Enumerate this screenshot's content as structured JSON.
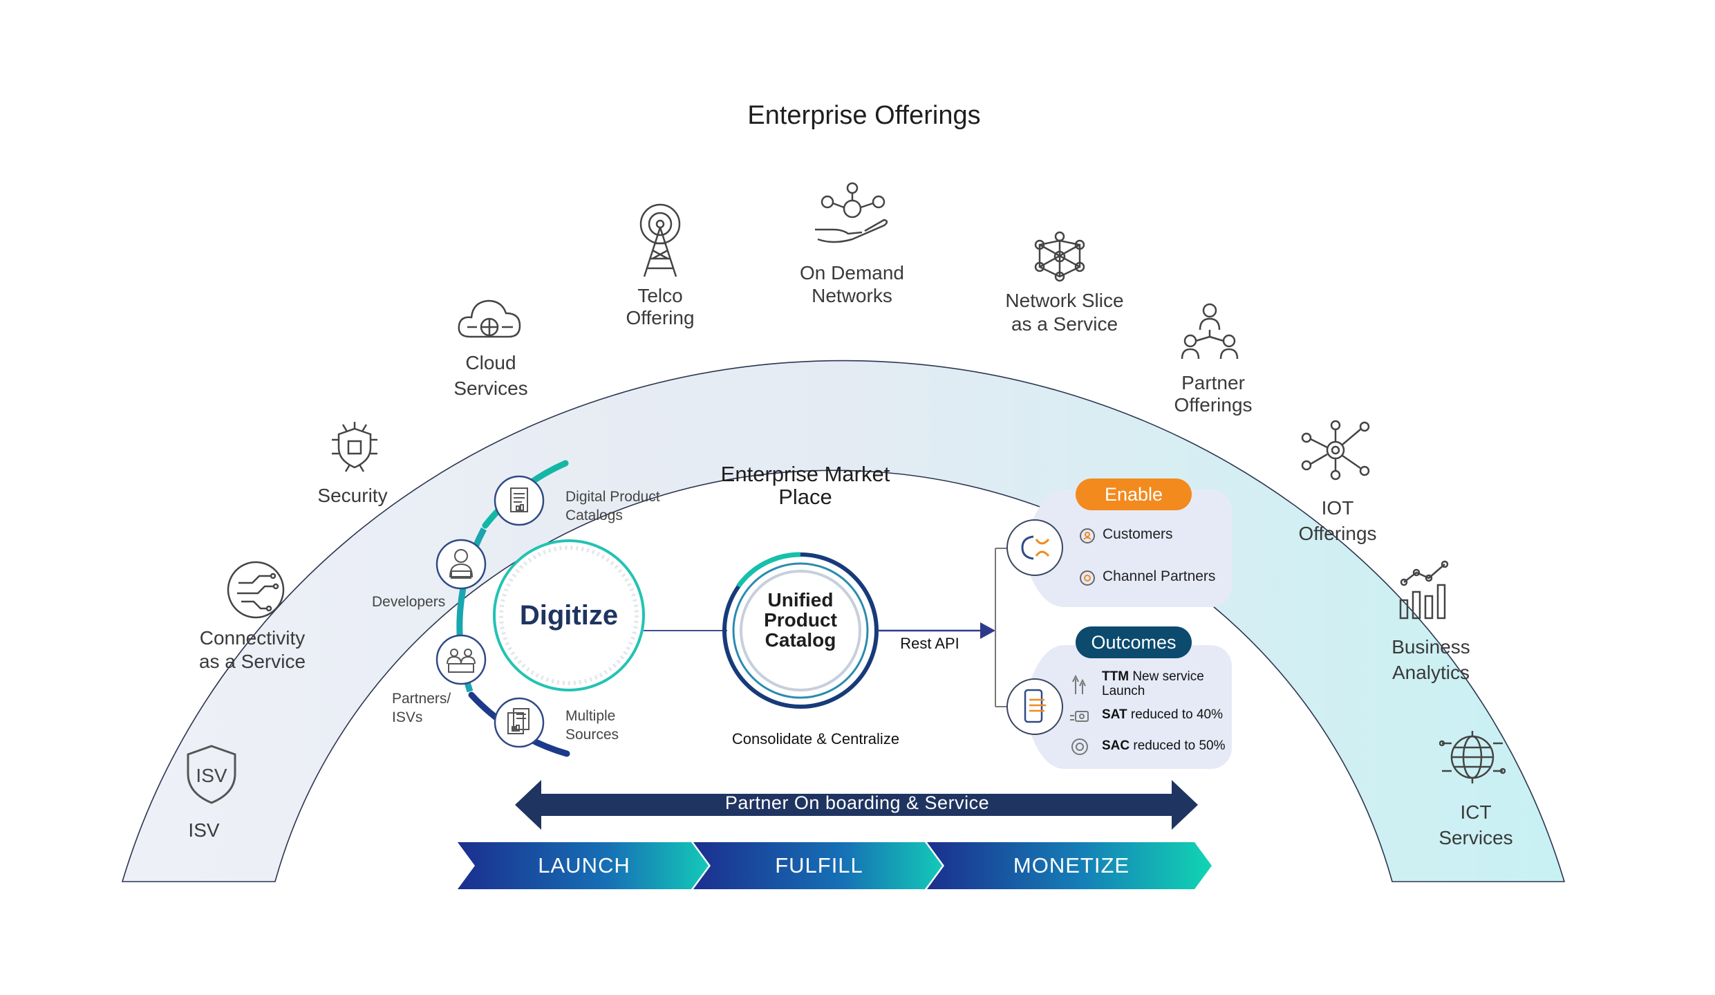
{
  "title": "Enterprise Offerings",
  "offerings": {
    "isv": "ISV",
    "isv_badge": "ISV",
    "connectivity": [
      "Connectivity",
      "as a Service"
    ],
    "security": "Security",
    "cloud": [
      "Cloud",
      "Services"
    ],
    "telco": [
      "Telco",
      "Offering"
    ],
    "on_demand": [
      "On Demand",
      "Networks"
    ],
    "network_slice": [
      "Network Slice",
      "as a Service"
    ],
    "partner": [
      "Partner",
      "Offerings"
    ],
    "iot": [
      "IOT",
      "Offerings"
    ],
    "business": [
      "Business",
      "Analytics"
    ],
    "ict": [
      "ICT",
      "Services"
    ]
  },
  "marketplace": {
    "title": [
      "Enterprise Market",
      "Place"
    ],
    "digitize": "Digitize",
    "upc": [
      "Unified",
      "Product",
      "Catalog"
    ],
    "rest_api": "Rest API",
    "consolidate": "Consolidate & Centralize",
    "sources": {
      "dpc": [
        "Digital Product",
        "Catalogs"
      ],
      "developers": "Developers",
      "partners": [
        "Partners/",
        "ISVs"
      ],
      "multiple": [
        "Multiple",
        "Sources"
      ]
    }
  },
  "enable": {
    "label": "Enable",
    "items": [
      "Customers",
      "Channel Partners"
    ]
  },
  "outcomes": {
    "label": "Outcomes",
    "items": [
      {
        "bold": "TTM",
        "text": " New service",
        "text2": "Launch"
      },
      {
        "bold": "SAT",
        "text": " reduced to 40%"
      },
      {
        "bold": "SAC",
        "text": " reduced to 50%"
      }
    ]
  },
  "partner_bar": "Partner On boarding & Service",
  "stages": [
    "LAUNCH",
    "FULFILL",
    "MONETIZE"
  ],
  "colors": {
    "enable": "#f28a1e",
    "outcomes": "#0c4a6e",
    "dark_blue": "#1f3460",
    "teal": "#12b3a5",
    "arc_left": "#eceef6",
    "arc_right": "#cdf1f3"
  }
}
